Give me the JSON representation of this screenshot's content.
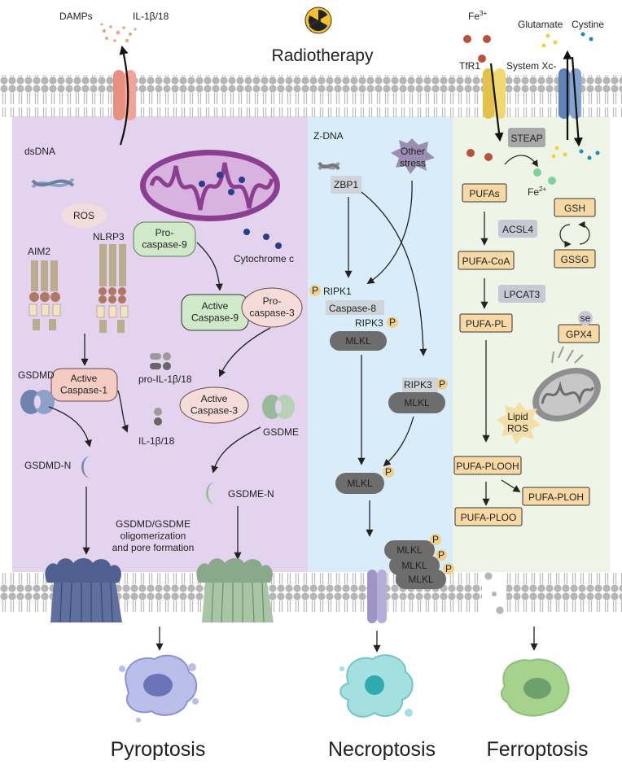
{
  "header": {
    "title": "Radiotherapy",
    "damps": "DAMPs",
    "il_release": "IL-1β/18"
  },
  "colors": {
    "pyroptosis_bg": "#e3d3ee",
    "necroptosis_bg": "#d8ecf9",
    "ferroptosis_bg": "#eef4e6",
    "membrane": "#b9b9b9",
    "ferro_box": "#f7d9a6",
    "necro_grey": "#6d6d6d"
  },
  "pyroptosis": {
    "dsdna": "dsDNA",
    "ros": "ROS",
    "aim2": "AIM2",
    "nlrp3": "NLRP3",
    "pro_caspase9": "Pro-\ncaspase-9",
    "cytochrome_c": "Cytochrome c",
    "pro_caspase3": "Pro-\ncaspase-3",
    "active_caspase9": "Active\nCaspase-9",
    "pro_il": "pro-IL-1β/18",
    "active_caspase1": "Active\nCaspase-1",
    "gsdmd": "GSDMD",
    "active_caspase3": "Active\nCaspase-3",
    "gsdme": "GSDME",
    "il": "IL-1β/18",
    "gsdmd_n": "GSDMD-N",
    "gsdme_n": "GSDME-N",
    "pore_text": "GSDMD/GSDME\noligomerization\nand pore formation",
    "outcome": "Pyroptosis"
  },
  "necroptosis": {
    "zdna": "Z-DNA",
    "other_stress": "Other\nstress",
    "zbp1": "ZBP1",
    "p": "P",
    "ripk1": "RIPK1",
    "caspase8": "Caspase-8",
    "ripk3": "RIPK3",
    "mlkl": "MLKL",
    "outcome": "Necroptosis"
  },
  "ferroptosis": {
    "fe3": "Fe",
    "fe3_sup": "3+",
    "tfr1": "TfR1",
    "glutamate": "Glutamate",
    "cystine": "Cystine",
    "system_xc": "System Xc-",
    "steap": "STEAP",
    "fe2": "Fe",
    "fe2_sup": "2+",
    "pufas": "PUFAs",
    "gsh": "GSH",
    "acsl4": "ACSL4",
    "pufa_coa": "PUFA-CoA",
    "gssg": "GSSG",
    "lpcat3": "LPCAT3",
    "pufa_pl": "PUFA-PL",
    "se": "se",
    "gpx4": "GPX4",
    "lipid_ros": "Lipid\nROS",
    "pufa_plooh": "PUFA-PLOOH",
    "pufa_ploh": "PUFA-PLOH",
    "pufa_ploo": "PUFA-PLOO",
    "outcome": "Ferroptosis"
  }
}
